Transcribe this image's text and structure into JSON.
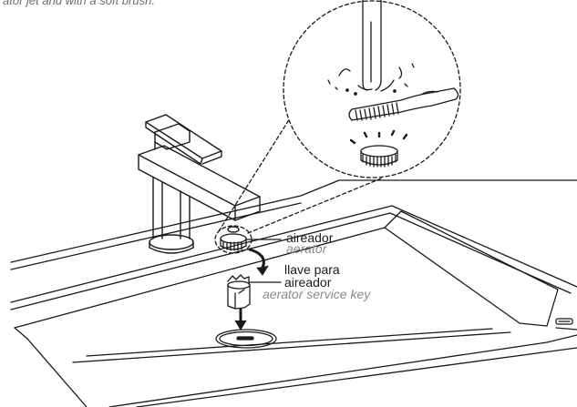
{
  "caption": "ator jet and with a soft brush.",
  "labels": {
    "aerator_es": "aireador",
    "aerator_en": "aerator",
    "key_es_line1": "llave para",
    "key_es_line2": "aireador",
    "key_en": "aerator service key"
  },
  "colors": {
    "line": "#1a1a1a",
    "english_label": "#8a8a8a",
    "background": "#ffffff"
  },
  "icons": [
    "faucet",
    "sink",
    "drain",
    "aerator",
    "aerator-service-key",
    "toothbrush",
    "water-jet",
    "rotation-arrow",
    "down-arrow",
    "zoom-callout-circle"
  ]
}
